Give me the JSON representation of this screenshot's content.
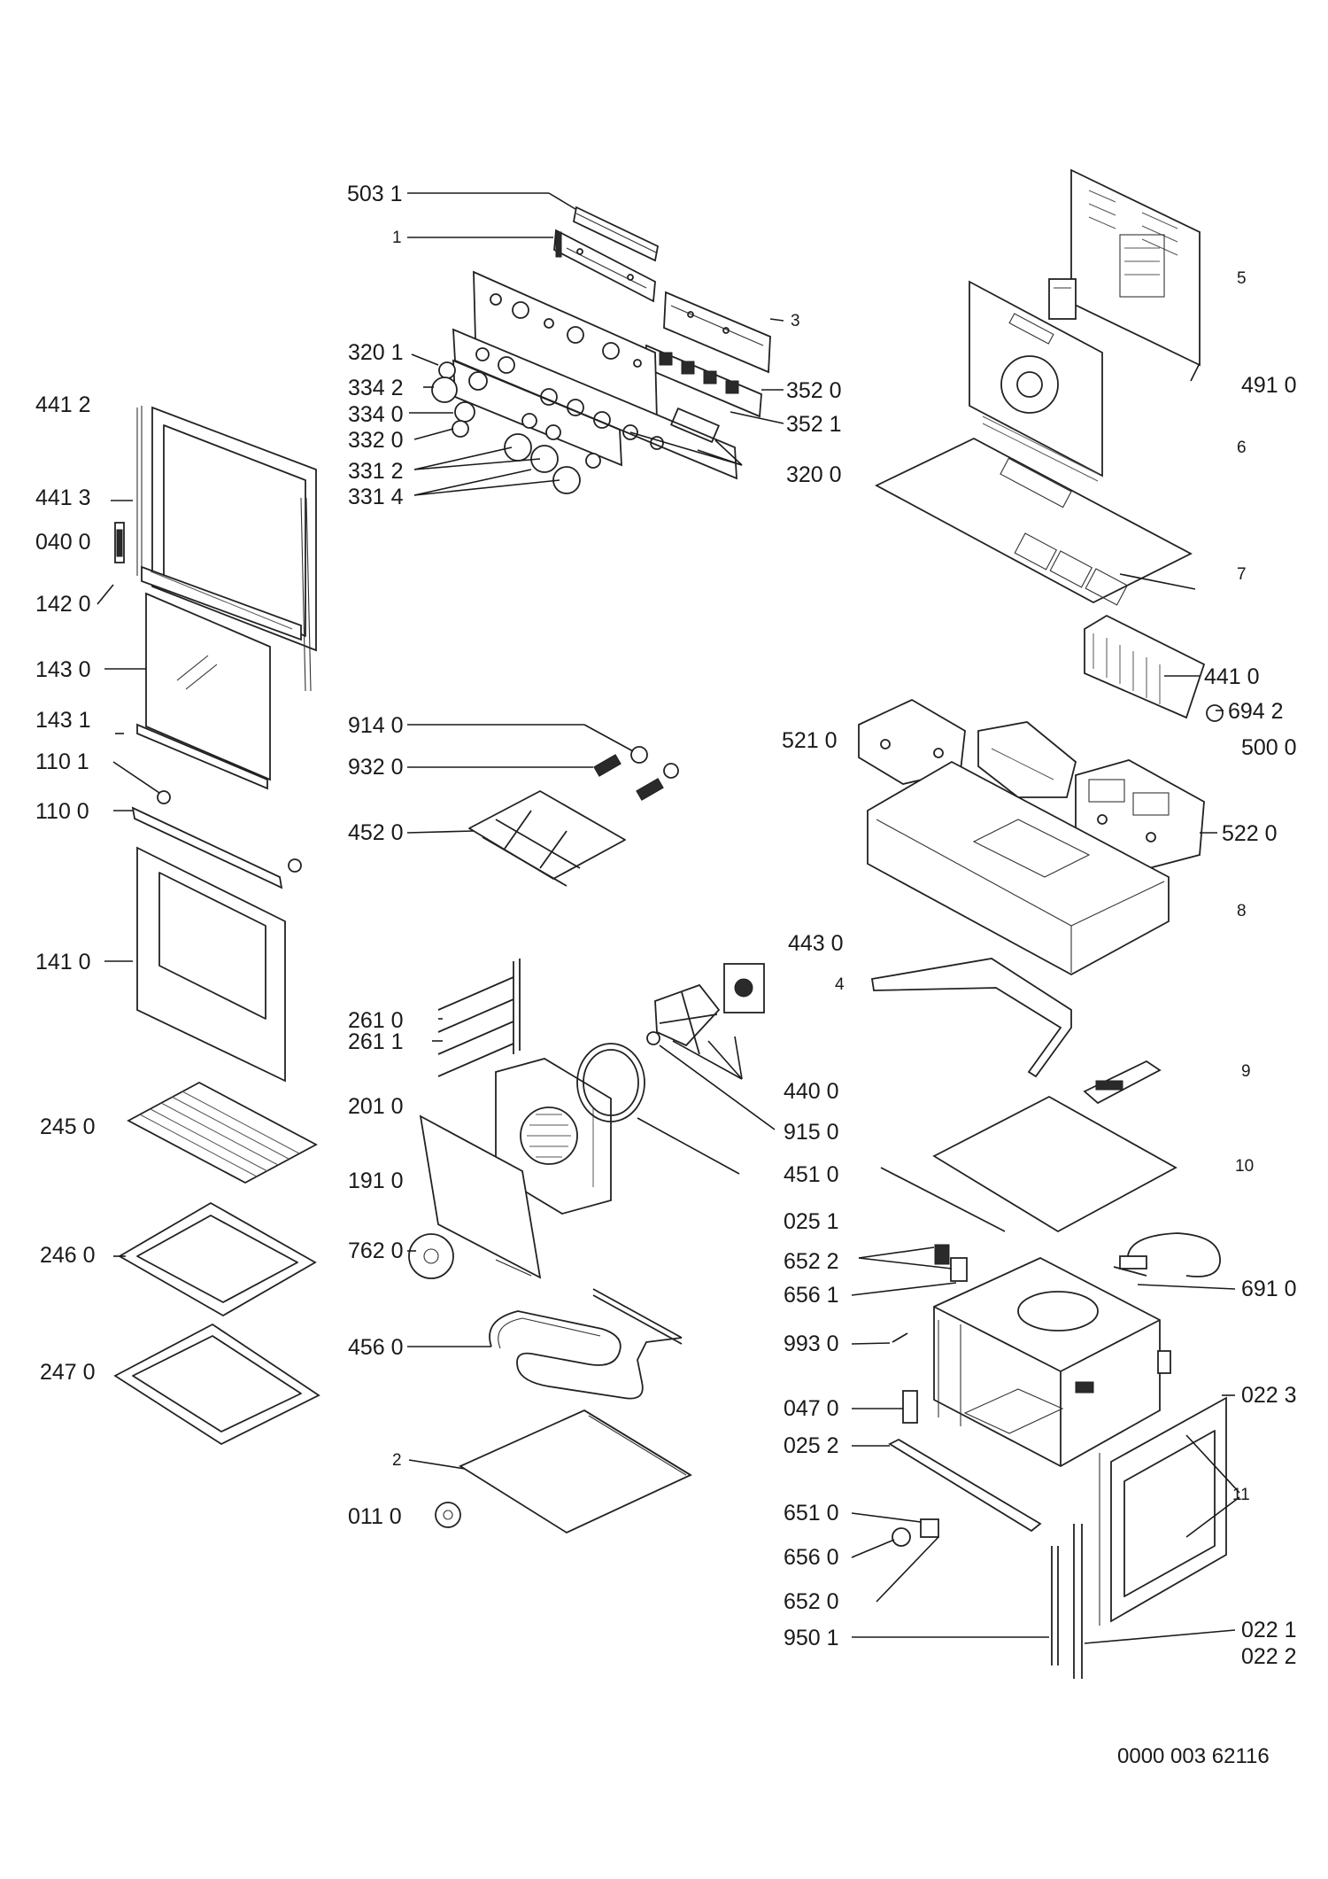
{
  "labels": [
    {
      "id": "503-1",
      "text": "503 1"
    },
    {
      "id": "1",
      "text": "1"
    },
    {
      "id": "3",
      "text": "3"
    },
    {
      "id": "320-1",
      "text": "320 1"
    },
    {
      "id": "334-2",
      "text": "334 2"
    },
    {
      "id": "334-0",
      "text": "334 0"
    },
    {
      "id": "332-0",
      "text": "332 0"
    },
    {
      "id": "331-2",
      "text": "331 2"
    },
    {
      "id": "331-4",
      "text": "331 4"
    },
    {
      "id": "352-0",
      "text": "352 0"
    },
    {
      "id": "352-1",
      "text": "352 1"
    },
    {
      "id": "320-0",
      "text": "320 0"
    },
    {
      "id": "5",
      "text": "5"
    },
    {
      "id": "491-0",
      "text": "491 0"
    },
    {
      "id": "6",
      "text": "6"
    },
    {
      "id": "7",
      "text": "7"
    },
    {
      "id": "441-2",
      "text": "441 2"
    },
    {
      "id": "441-3",
      "text": "441 3"
    },
    {
      "id": "040-0",
      "text": "040 0"
    },
    {
      "id": "142-0",
      "text": "142 0"
    },
    {
      "id": "143-0",
      "text": "143 0"
    },
    {
      "id": "143-1",
      "text": "143 1"
    },
    {
      "id": "110-1",
      "text": "110 1"
    },
    {
      "id": "110-0",
      "text": "110 0"
    },
    {
      "id": "141-0",
      "text": "141 0"
    },
    {
      "id": "245-0",
      "text": "245 0"
    },
    {
      "id": "246-0",
      "text": "246 0"
    },
    {
      "id": "247-0",
      "text": "247 0"
    },
    {
      "id": "914-0",
      "text": "914 0"
    },
    {
      "id": "932-0",
      "text": "932 0"
    },
    {
      "id": "452-0",
      "text": "452 0"
    },
    {
      "id": "441-0",
      "text": "441 0"
    },
    {
      "id": "694-2",
      "text": "694 2"
    },
    {
      "id": "521-0",
      "text": "521 0"
    },
    {
      "id": "500-0",
      "text": "500 0"
    },
    {
      "id": "522-0",
      "text": "522 0"
    },
    {
      "id": "8",
      "text": "8"
    },
    {
      "id": "443-0",
      "text": "443 0"
    },
    {
      "id": "4",
      "text": "4"
    },
    {
      "id": "261-0",
      "text": "261 0"
    },
    {
      "id": "261-1",
      "text": "261 1"
    },
    {
      "id": "201-0",
      "text": "201 0"
    },
    {
      "id": "440-0",
      "text": "440 0"
    },
    {
      "id": "915-0",
      "text": "915 0"
    },
    {
      "id": "9",
      "text": "9"
    },
    {
      "id": "191-0",
      "text": "191 0"
    },
    {
      "id": "451-0",
      "text": "451 0"
    },
    {
      "id": "10",
      "text": "10"
    },
    {
      "id": "025-1",
      "text": "025 1"
    },
    {
      "id": "762-0",
      "text": "762 0"
    },
    {
      "id": "652-2",
      "text": "652 2"
    },
    {
      "id": "656-1",
      "text": "656 1"
    },
    {
      "id": "691-0",
      "text": "691 0"
    },
    {
      "id": "456-0",
      "text": "456 0"
    },
    {
      "id": "993-0",
      "text": "993 0"
    },
    {
      "id": "047-0",
      "text": "047 0"
    },
    {
      "id": "022-3",
      "text": "022 3"
    },
    {
      "id": "025-2",
      "text": "025 2"
    },
    {
      "id": "2",
      "text": "2"
    },
    {
      "id": "011-0",
      "text": "011 0"
    },
    {
      "id": "651-0",
      "text": "651 0"
    },
    {
      "id": "11",
      "text": "11"
    },
    {
      "id": "656-0",
      "text": "656 0"
    },
    {
      "id": "652-0",
      "text": "652 0"
    },
    {
      "id": "950-1",
      "text": "950 1"
    },
    {
      "id": "022-1",
      "text": "022 1"
    },
    {
      "id": "022-2",
      "text": "022 2"
    }
  ],
  "document_id": "0000 003 62116"
}
